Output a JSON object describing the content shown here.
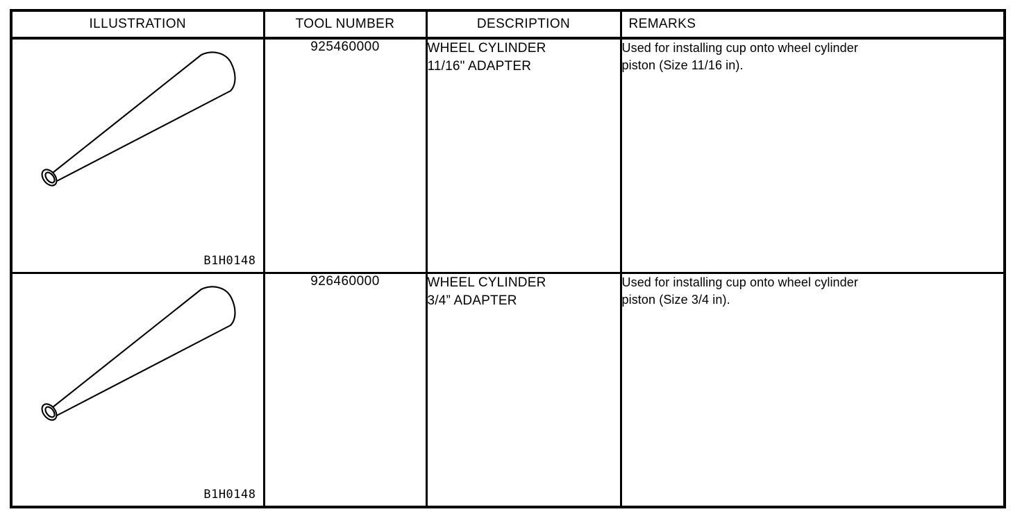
{
  "document": {
    "type": "special-tools-table",
    "background_color": "#ffffff",
    "line_color": "#000000"
  },
  "table": {
    "columns": [
      {
        "key": "illustration",
        "label": "ILLUSTRATION",
        "align": "center"
      },
      {
        "key": "tool_number",
        "label": "TOOL NUMBER",
        "align": "center"
      },
      {
        "key": "description",
        "label": "DESCRIPTION",
        "align": "center"
      },
      {
        "key": "remarks",
        "label": "REMARKS",
        "align": "left"
      }
    ],
    "rows": [
      {
        "illustration": {
          "figure_caption": "B1H0148",
          "icon": "tapered-cone-adapter-icon",
          "alt": "Tapered hollow cone adapter, small open end at lower left, large domed end at upper right"
        },
        "tool_number": "925460000",
        "description_lines": [
          "WHEEL CYLINDER",
          "11/16\" ADAPTER"
        ],
        "remarks_lines": [
          "Used for installing cup onto wheel cylinder",
          "piston (Size 11/16 in)."
        ]
      },
      {
        "illustration": {
          "figure_caption": "B1H0148",
          "icon": "tapered-cone-adapter-icon",
          "alt": "Tapered hollow cone adapter, small open end at lower left, large domed end at upper right"
        },
        "tool_number": "926460000",
        "description_lines": [
          "WHEEL CYLINDER",
          "3/4” ADAPTER"
        ],
        "remarks_lines": [
          "Used for installing cup onto wheel cylinder",
          "piston (Size 3/4 in)."
        ]
      }
    ]
  }
}
